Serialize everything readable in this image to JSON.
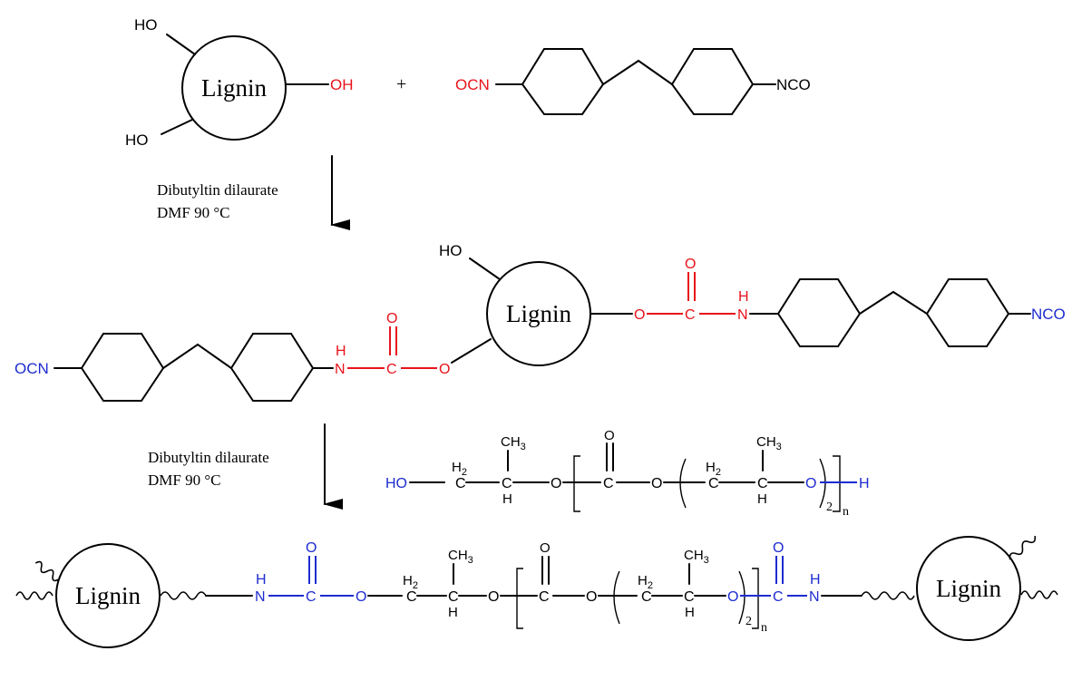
{
  "colors": {
    "black": "#000000",
    "red": "#e8131b",
    "blue": "#1d2ccf"
  },
  "lignin": "Lignin",
  "step1": {
    "line1": "Dibutyltin dilaurate",
    "line2": "DMF 90 °C"
  },
  "step2": {
    "line1": "Dibutyltin dilaurate",
    "line2": "DMF 90 °C"
  },
  "plus": "+",
  "labels": {
    "HO": "HO",
    "OH": "OH",
    "OCN": "OCN",
    "NCO": "NCO",
    "O": "O",
    "C": "C",
    "N": "N",
    "H": "H",
    "H2": "H",
    "sub2": "2",
    "CH": "CH",
    "sub3": "3",
    "n": "n"
  }
}
